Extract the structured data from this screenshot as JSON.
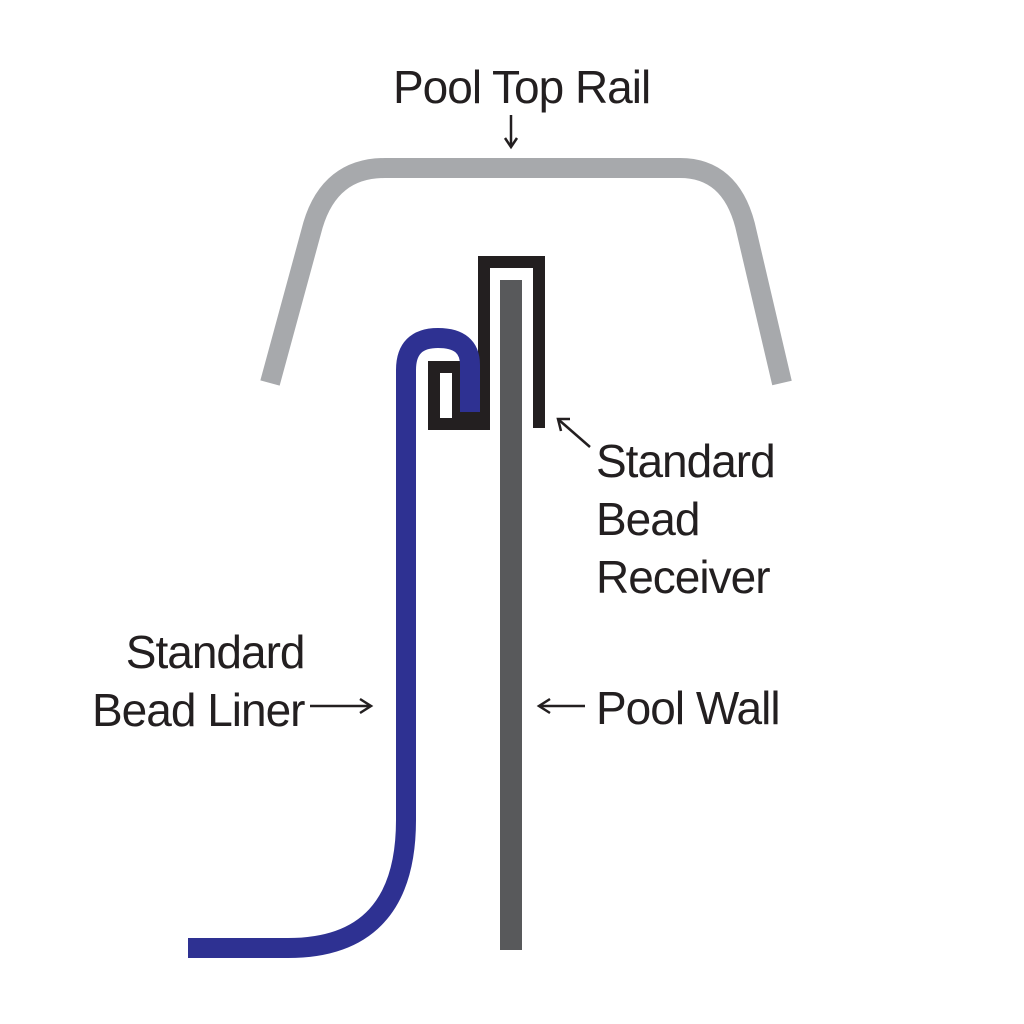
{
  "labels": {
    "top_rail": "Pool Top Rail",
    "receiver": [
      "Standard",
      "Bead",
      "Receiver"
    ],
    "liner": [
      "Standard",
      "Bead Liner"
    ],
    "wall": "Pool Wall"
  },
  "colors": {
    "top_rail": "#a7a9ac",
    "receiver": "#231f20",
    "liner": "#2e3192",
    "wall": "#58595b",
    "text": "#231f20",
    "arrow": "#231f20"
  }
}
